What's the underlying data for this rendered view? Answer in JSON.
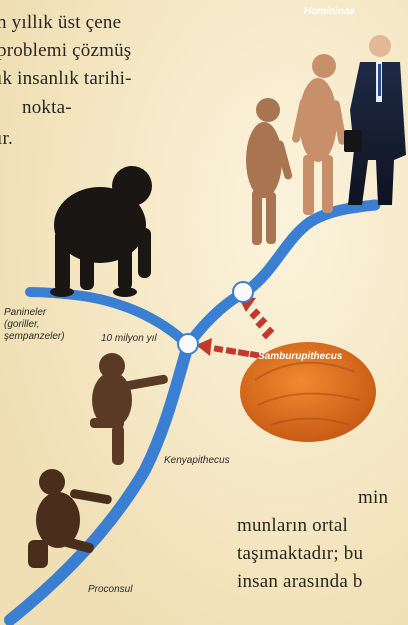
{
  "text_top": [
    "n yıllık üst çene",
    "problemi çözmüş",
    "ık insanlık tarihi-",
    "nokta-",
    "ır."
  ],
  "text_bottom": [
    "min",
    "munların ortal",
    "taşımaktadır; bu",
    "insan arasında b"
  ],
  "labels": {
    "homininae": "Homininae",
    "paninae_line1": "Panineler",
    "paninae_line2": "(goriller,",
    "paninae_line3": "şempanzeler)",
    "ten_million": "10 milyon yıl",
    "samburupithecus": "Samburupithecus",
    "kenyapithecus": "Kenyapithecus",
    "proconsul": "Proconsul"
  },
  "colors": {
    "branch_blue": "#3b7fd3",
    "paper": "#f4e8c8",
    "arrow_red": "#c0392b",
    "bubble_orange": "#d9691f"
  }
}
